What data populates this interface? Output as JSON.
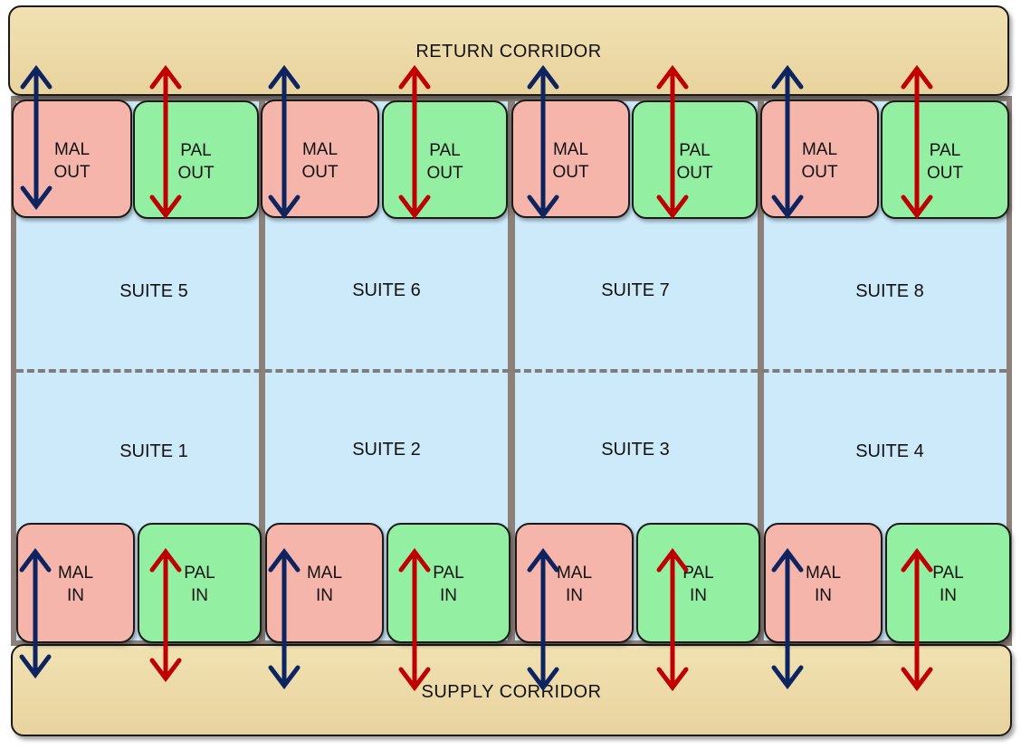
{
  "corridors": {
    "return_label": "RETURN CORRIDOR",
    "supply_label": "SUPPLY CORRIDOR"
  },
  "airlocks": {
    "mal_out": [
      "MAL",
      "OUT"
    ],
    "pal_out": [
      "PAL",
      "OUT"
    ],
    "mal_in": [
      "MAL",
      "IN"
    ],
    "pal_in": [
      "PAL",
      "IN"
    ]
  },
  "suites": {
    "top_row": [
      "SUITE 5",
      "SUITE 6",
      "SUITE 7",
      "SUITE 8"
    ],
    "bottom_row": [
      "SUITE 1",
      "SUITE 2",
      "SUITE 3",
      "SUITE 4"
    ]
  },
  "colors": {
    "mal_fill": "#f5b5ab",
    "pal_fill": "#93f0a2",
    "material_arrow": "#0d2461",
    "personnel_arrow": "#c00000",
    "corridor_fill": "#ecd8a6",
    "suite_fill": "#cdeafb"
  }
}
